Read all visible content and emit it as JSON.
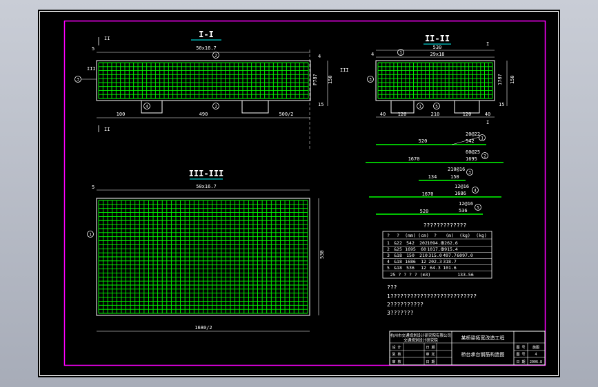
{
  "sections": {
    "s1": {
      "title": "I-I",
      "top_dim": "50x16.7",
      "cut_label": "II",
      "side_label": "III",
      "dims_bottom": [
        "100",
        "490",
        "500/2"
      ],
      "dims_right": [
        "P78?",
        "150",
        "15",
        "4"
      ],
      "left_mark": "5",
      "left_bottom_mark": "II"
    },
    "s2": {
      "title": "II-II",
      "top_dim_a": "530",
      "top_dim_b": "29x18",
      "cut_label": "I",
      "dims_bottom": [
        "40",
        "120",
        "210",
        "120",
        "40"
      ],
      "dims_right": [
        "178?",
        "150",
        "15"
      ],
      "left_mark": "4",
      "bottom_cut_label": "I"
    },
    "s3": {
      "title": "III-III",
      "top_dim": "50x16.7",
      "right_dim": "530",
      "bottom_dim": "1680/2",
      "left_mark": "5"
    }
  },
  "bars": [
    {
      "num": "1",
      "spec": "20@22",
      "len": "542",
      "dim": "520"
    },
    {
      "num": "2",
      "spec": "60@25",
      "len": "1695",
      "dim": "1670"
    },
    {
      "num": "3",
      "spec": "210@16",
      "len": "150",
      "dim": "134"
    },
    {
      "num": "4",
      "spec": "12@16",
      "len": "1686",
      "dim": "1670"
    },
    {
      "num": "5",
      "spec": "12@16",
      "len": "536",
      "dim": "520"
    }
  ],
  "table": {
    "title": "?????????????",
    "header": [
      "?",
      "?",
      "(mm)",
      "(cm)",
      "?",
      "(m)",
      "(kg)",
      "(kg)"
    ],
    "rows": [
      [
        "1",
        "&22",
        "542",
        "202",
        "1094.8",
        "3262.6"
      ],
      [
        "2",
        "&25",
        "1695",
        "60",
        "1017.0",
        "3915.4"
      ],
      [
        "3",
        "&18",
        "150",
        "210",
        "315.0",
        "497.7",
        "6097.0"
      ],
      [
        "4",
        "&18",
        "1686",
        "12",
        "202.3",
        "318.7"
      ],
      [
        "5",
        "&18",
        "536",
        "12",
        "64.3",
        "101.6"
      ]
    ],
    "total_label": "25 ? ? ? ? (m3)",
    "total": "133.56"
  },
  "notes": {
    "heading": "???",
    "line1": "1??????????????????????????",
    "line2": "2??????????",
    "line3": "3???????"
  },
  "title_block": {
    "company": "杭州市交通规划设计研究院有限公司",
    "company2": "交通规划设计研究院",
    "project": "某桥梁拓宽改造工程",
    "drawing": "桥台承台钢筋构造图",
    "rows": [
      "设 计",
      "复 核",
      "审 核"
    ],
    "rows2": [
      "日 期",
      "审 定",
      "日 期"
    ],
    "right_labels": [
      "图 号",
      "图 号",
      "日 期"
    ],
    "right_values": [
      "施图",
      "4",
      "2006.8"
    ]
  },
  "colors": {
    "frame": "#ff00ff",
    "rebar": "#00ff00",
    "lines": "#ffffff",
    "callout": "#00ffff",
    "title": "#ffffff",
    "background": "#000000"
  }
}
